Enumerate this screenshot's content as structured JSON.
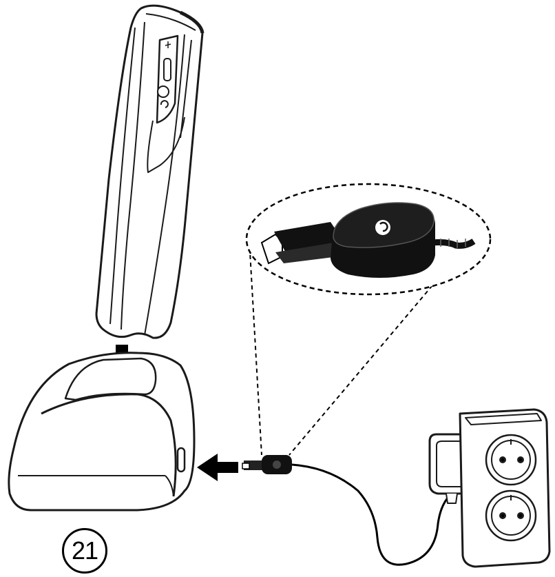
{
  "figure": {
    "step_number": "21",
    "colors": {
      "line": "#1a1a1a",
      "fill": "#ffffff",
      "connector": "#111111",
      "wall": "#f4f4f4"
    },
    "icons": [
      "phone",
      "charging-cradle",
      "insert-arrow",
      "connect-arrow",
      "usb-connector",
      "magnified-connector",
      "power-adapter",
      "wall-outlet",
      "cable"
    ]
  }
}
